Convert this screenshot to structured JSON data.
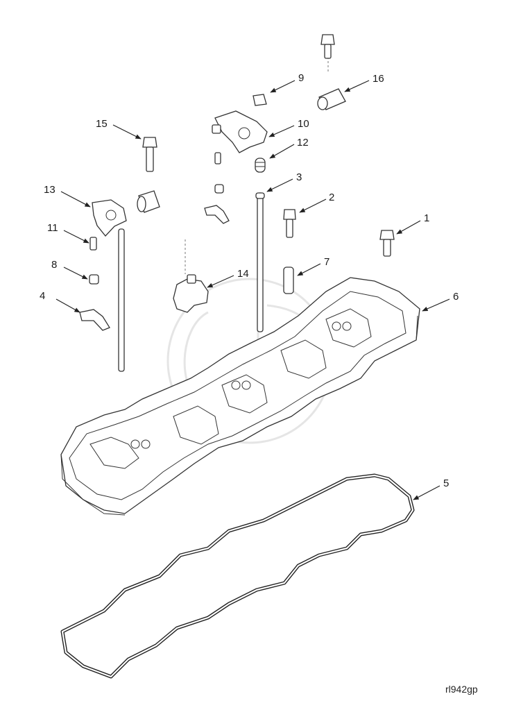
{
  "callouts": [
    {
      "id": "1",
      "label": "1"
    },
    {
      "id": "2",
      "label": "2"
    },
    {
      "id": "3",
      "label": "3"
    },
    {
      "id": "4",
      "label": "4"
    },
    {
      "id": "5",
      "label": "5"
    },
    {
      "id": "6",
      "label": "6"
    },
    {
      "id": "7",
      "label": "7"
    },
    {
      "id": "8",
      "label": "8"
    },
    {
      "id": "9",
      "label": "9"
    },
    {
      "id": "10",
      "label": "10"
    },
    {
      "id": "11",
      "label": "11"
    },
    {
      "id": "12",
      "label": "12"
    },
    {
      "id": "13",
      "label": "13"
    },
    {
      "id": "14",
      "label": "14"
    },
    {
      "id": "15",
      "label": "15"
    },
    {
      "id": "16",
      "label": "16"
    }
  ],
  "drawing_reference": "rl942gp"
}
